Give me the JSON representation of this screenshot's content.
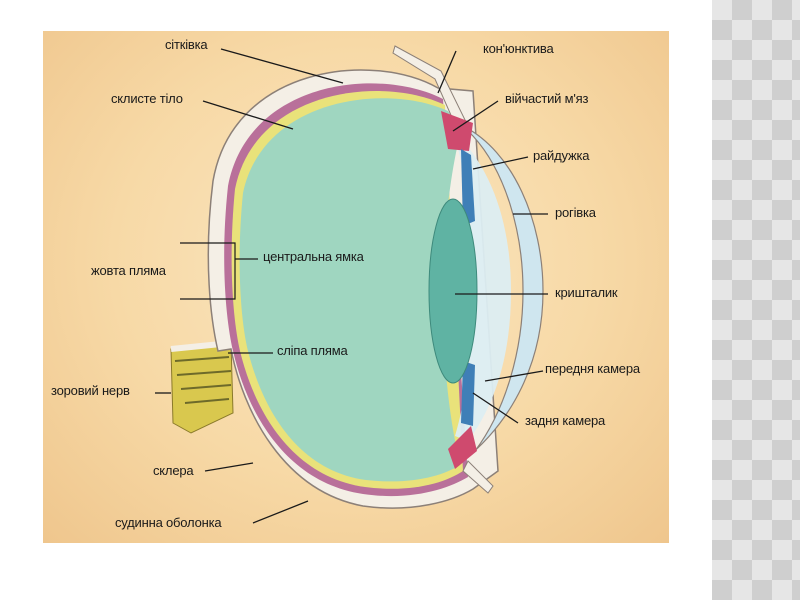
{
  "labels": {
    "retina": "сітківка",
    "vitreous": "склисте тіло",
    "macula": "жовта пляма",
    "fovea": "центральна ямка",
    "blind_spot": "сліпа пляма",
    "optic_nerve": "зоровий нерв",
    "sclera": "склера",
    "choroid": "судинна оболонка",
    "conjunctiva": "кон'юнктива",
    "ciliary_muscle": "війчастий м'яз",
    "iris": "райдужка",
    "cornea": "рогівка",
    "lens": "кришталик",
    "anterior_chamber": "передня камера",
    "posterior_chamber": "задня камера"
  },
  "colors": {
    "vitreous": "#9fd6c0",
    "sclera": "#f4efe6",
    "choroid": "#b9709a",
    "retina": "#e9e27a",
    "lens": "#5fb3a3",
    "cornea": "#cfe6ef",
    "iris": "#3f7fb7",
    "ciliary": "#cf4a6e",
    "nerve": "#d9c84e",
    "background": "#f7d9a6"
  }
}
